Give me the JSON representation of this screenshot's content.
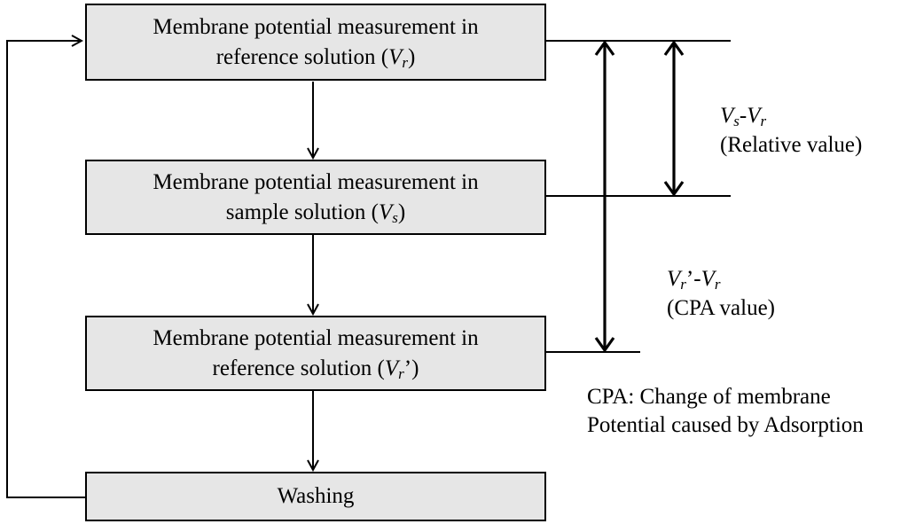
{
  "boxes": {
    "ref_initial": {
      "line1": "Membrane potential measurement in",
      "line2_pre": "reference solution (",
      "var": "V",
      "sub": "r",
      "suffix": ")"
    },
    "sample": {
      "line1": "Membrane potential measurement in",
      "line2_pre": "sample solution (",
      "var": "V",
      "sub": "s",
      "suffix": ")"
    },
    "ref_after": {
      "line1": "Membrane potential measurement in",
      "line2_pre": "reference solution (",
      "var": "V",
      "sub": "r",
      "suffix": "’)"
    },
    "washing": {
      "label": "Washing"
    }
  },
  "relative": {
    "var1": "V",
    "sub1": "s",
    "dash": "-",
    "var2": "V",
    "sub2": "r",
    "caption": "(Relative value)"
  },
  "cpa": {
    "var1": "V",
    "sub1": "r",
    "prime_dash": "’-",
    "var2": "V",
    "sub2": "r",
    "caption": "(CPA value)"
  },
  "note": {
    "line1": "CPA: Change of membrane",
    "line2": "Potential caused by Adsorption"
  }
}
